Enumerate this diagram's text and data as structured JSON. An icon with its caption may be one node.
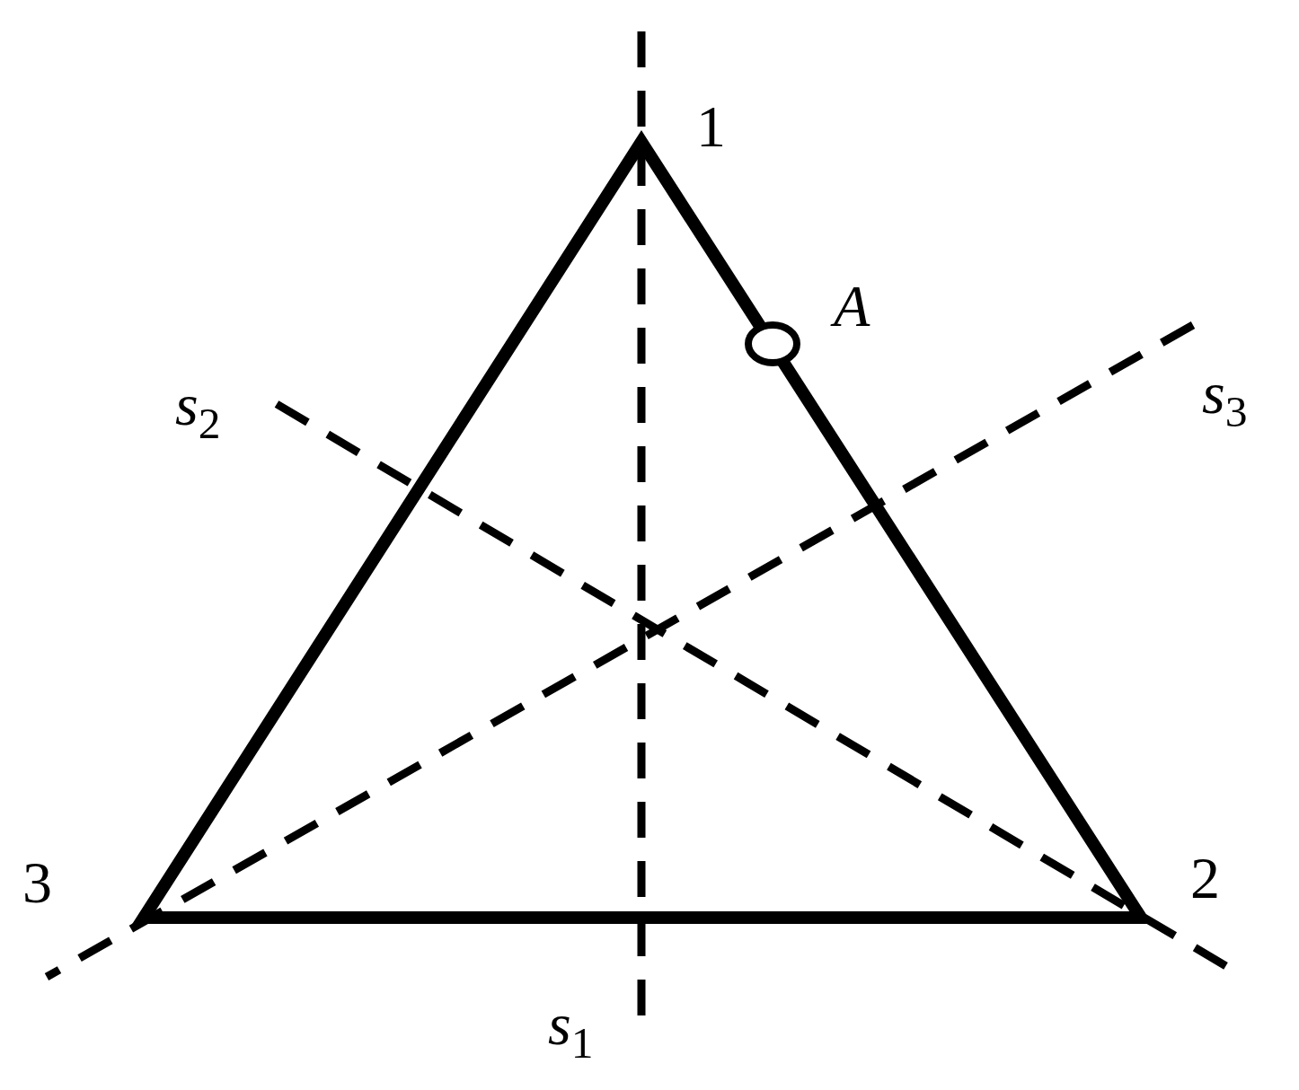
{
  "diagram": {
    "labels": [
      "1",
      "A",
      "s$_{2}$",
      "s$_{3}$",
      "3",
      "2",
      "s$_{1}$"
    ]
  }
}
